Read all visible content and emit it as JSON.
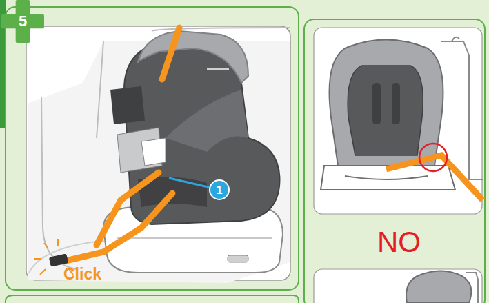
{
  "diagram": {
    "nodes": [
      {
        "text": [
          "5"
        ]
      },
      {
        "text": [
          "1"
        ]
      }
    ],
    "labels": [
      "Click",
      "NO"
    ]
  }
}
